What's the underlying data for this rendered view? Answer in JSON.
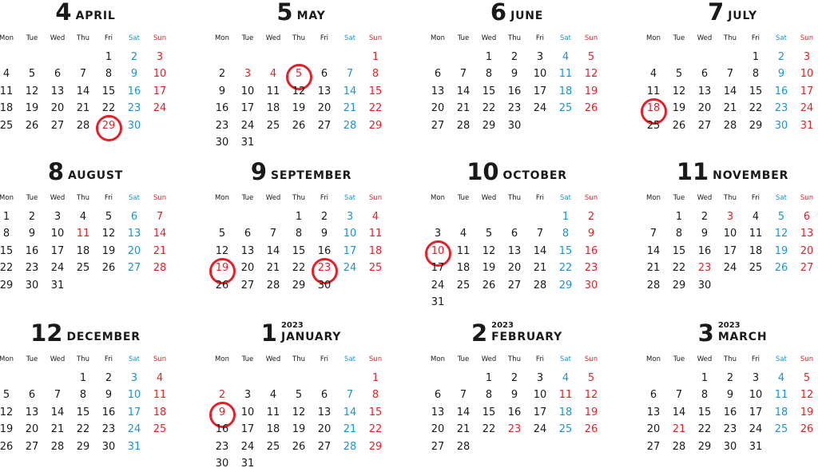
{
  "weekday_labels": [
    "Mon",
    "Tue",
    "Wed",
    "Thu",
    "Fri",
    "Sat",
    "Sun"
  ],
  "colors": {
    "text": "#1a1a1a",
    "saturday": "#1b95cf",
    "holiday": "#e0232b",
    "ring": "#e0232b"
  },
  "months": [
    {
      "number": "4",
      "name": "APRIL",
      "year": "",
      "first_col": 4,
      "days": 30,
      "holidays": [
        29
      ],
      "circled": [
        29
      ]
    },
    {
      "number": "5",
      "name": "MAY",
      "year": "",
      "first_col": 6,
      "days": 31,
      "holidays": [
        3,
        4,
        5
      ],
      "circled": [
        5
      ]
    },
    {
      "number": "6",
      "name": "JUNE",
      "year": "",
      "first_col": 2,
      "days": 30,
      "holidays": [],
      "circled": []
    },
    {
      "number": "7",
      "name": "JULY",
      "year": "",
      "first_col": 4,
      "days": 31,
      "holidays": [
        18
      ],
      "circled": [
        18
      ]
    },
    {
      "number": "8",
      "name": "AUGUST",
      "year": "",
      "first_col": 0,
      "days": 31,
      "holidays": [
        11
      ],
      "circled": []
    },
    {
      "number": "9",
      "name": "SEPTEMBER",
      "year": "",
      "first_col": 3,
      "days": 30,
      "holidays": [
        19,
        23
      ],
      "circled": [
        19,
        23
      ]
    },
    {
      "number": "10",
      "name": "OCTOBER",
      "year": "",
      "first_col": 5,
      "days": 31,
      "holidays": [
        10
      ],
      "circled": [
        10
      ]
    },
    {
      "number": "11",
      "name": "NOVEMBER",
      "year": "",
      "first_col": 1,
      "days": 30,
      "holidays": [
        3,
        23
      ],
      "circled": []
    },
    {
      "number": "12",
      "name": "DECEMBER",
      "year": "",
      "first_col": 3,
      "days": 31,
      "holidays": [],
      "circled": []
    },
    {
      "number": "1",
      "name": "JANUARY",
      "year": "2023",
      "first_col": 6,
      "days": 31,
      "holidays": [
        1,
        2,
        9
      ],
      "circled": [
        9
      ]
    },
    {
      "number": "2",
      "name": "FEBRUARY",
      "year": "2023",
      "first_col": 2,
      "days": 28,
      "holidays": [
        11,
        23
      ],
      "circled": []
    },
    {
      "number": "3",
      "name": "MARCH",
      "year": "2023",
      "first_col": 2,
      "days": 31,
      "holidays": [
        21
      ],
      "circled": []
    }
  ]
}
